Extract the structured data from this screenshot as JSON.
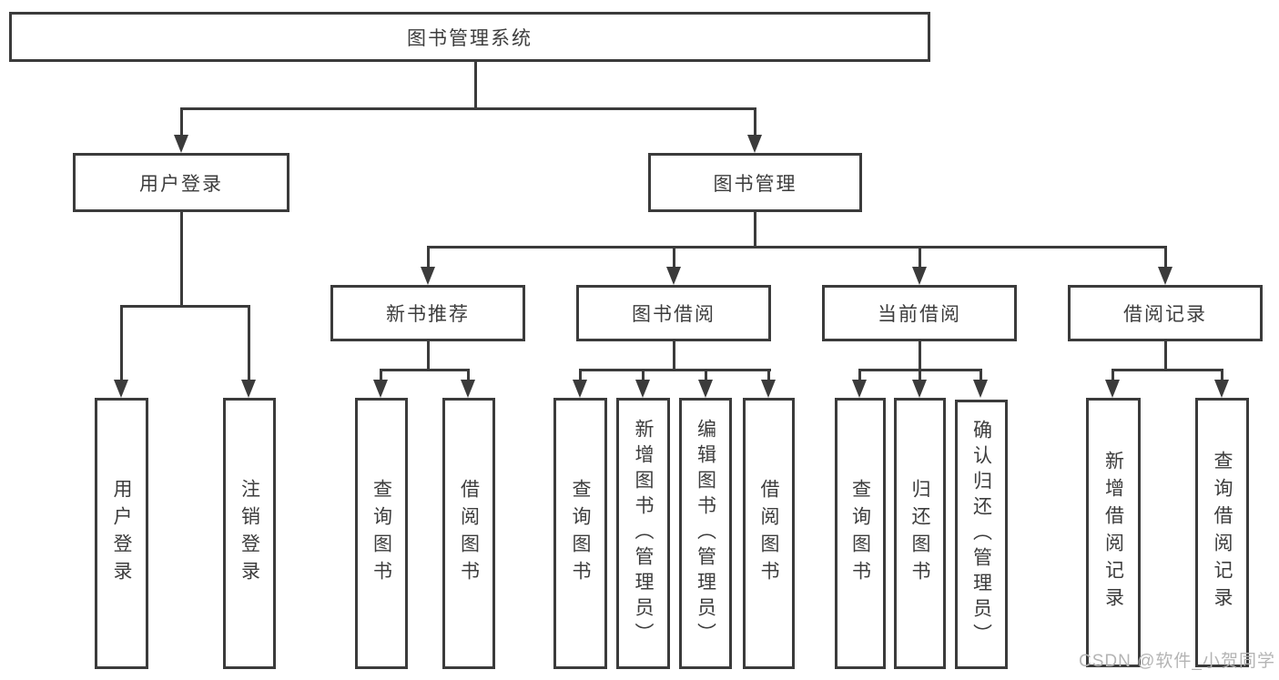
{
  "colors": {
    "line": "#3b3b3b",
    "text": "#3d3d3d",
    "background": "#ffffff",
    "watermark": "#b4b4b4"
  },
  "root": {
    "label": "图书管理系统"
  },
  "level1": {
    "user_login_group": {
      "label": "用户登录"
    },
    "book_management_group": {
      "label": "图书管理"
    }
  },
  "user_login_children": {
    "user_login": {
      "label": "用户登录"
    },
    "logout": {
      "label": "注销登录"
    }
  },
  "book_management_children": {
    "new_book_recommend": {
      "label": "新书推荐"
    },
    "book_borrow": {
      "label": "图书借阅"
    },
    "current_borrow": {
      "label": "当前借阅"
    },
    "borrow_records": {
      "label": "借阅记录"
    }
  },
  "new_book_recommend_children": {
    "query_books": {
      "label": "查询图书"
    },
    "borrow_books": {
      "label": "借阅图书"
    }
  },
  "book_borrow_children": {
    "query_books": {
      "label": "查询图书"
    },
    "add_books_admin": {
      "label": "新增图书（管理员）"
    },
    "edit_books_admin": {
      "label": "编辑图书（管理员）"
    },
    "borrow_books": {
      "label": "借阅图书"
    }
  },
  "current_borrow_children": {
    "query_books": {
      "label": "查询图书"
    },
    "return_books": {
      "label": "归还图书"
    },
    "confirm_return_admin": {
      "label": "确认归还（管理员）"
    }
  },
  "borrow_records_children": {
    "add_borrow_record": {
      "label": "新增借阅记录"
    },
    "query_borrow_record": {
      "label": "查询借阅记录"
    }
  },
  "watermark": {
    "text": "CSDN @软件_小贺同学"
  }
}
